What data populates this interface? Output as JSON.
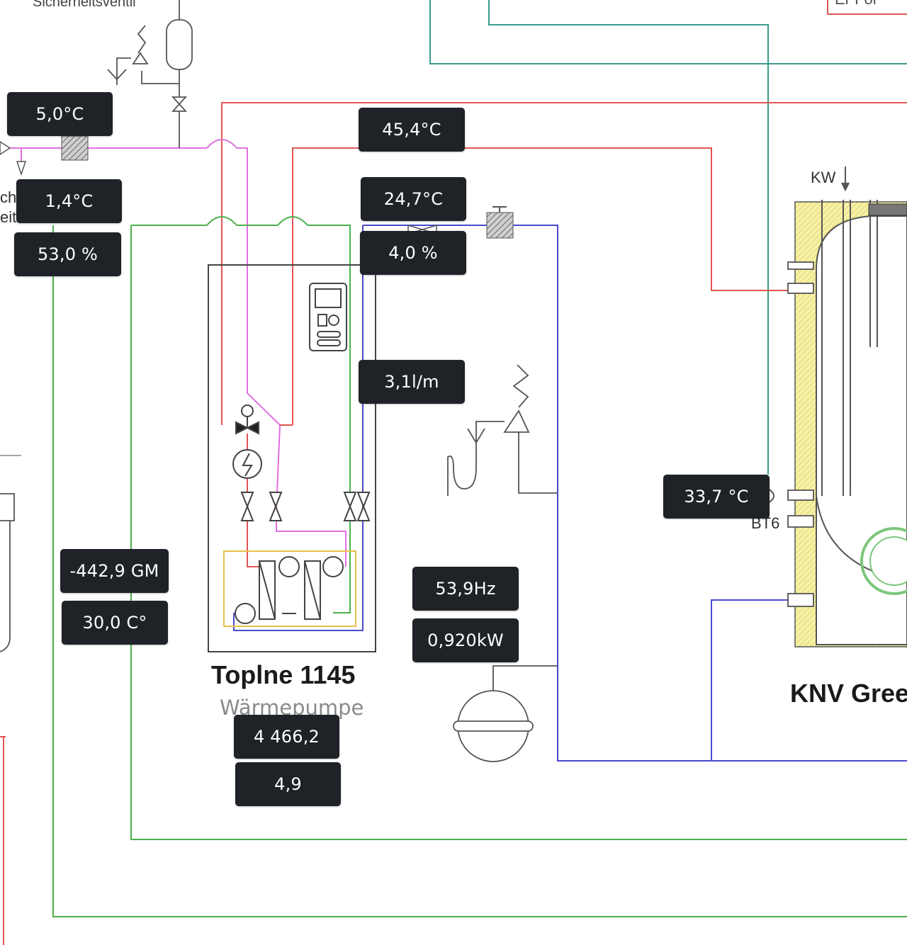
{
  "labels": {
    "safety_valve": "Sicherheitsventil",
    "heat_pump_name": "Toplne 1145",
    "heat_pump_type": "Wärmepumpe",
    "storage_name": "KNV Gree",
    "kw": "KW",
    "bt6": "BT6",
    "top_right_fragment": "Er Fol",
    "left_fragment_1": "ch",
    "left_fragment_2": "eit"
  },
  "readings": {
    "outdoor_temp": "5,0°C",
    "brine_temp": "1,4°C",
    "brine_percent": "53,0 %",
    "supply_temp": "45,4°C",
    "return_temp": "24,7°C",
    "return_percent": "4,0 %",
    "flow_rate": "3,1l/m",
    "hot_water_temp": "33,7 °C",
    "degree_minutes": "-442,9 GM",
    "calc_supply_temp": "30,0 C°",
    "compressor_freq": "53,9Hz",
    "power": "0,920kW",
    "operating_hours": "4 466,2",
    "value_small": "4,9"
  },
  "colors": {
    "supply_line": "#e05555",
    "return_line": "#4a4ad0",
    "brine_line": "#4cb04c",
    "brine_in_line": "#e070e0",
    "hot_water_line": "#3a9a8a",
    "insulation": "#f3eea0",
    "tag_bg": "#1f2328"
  }
}
